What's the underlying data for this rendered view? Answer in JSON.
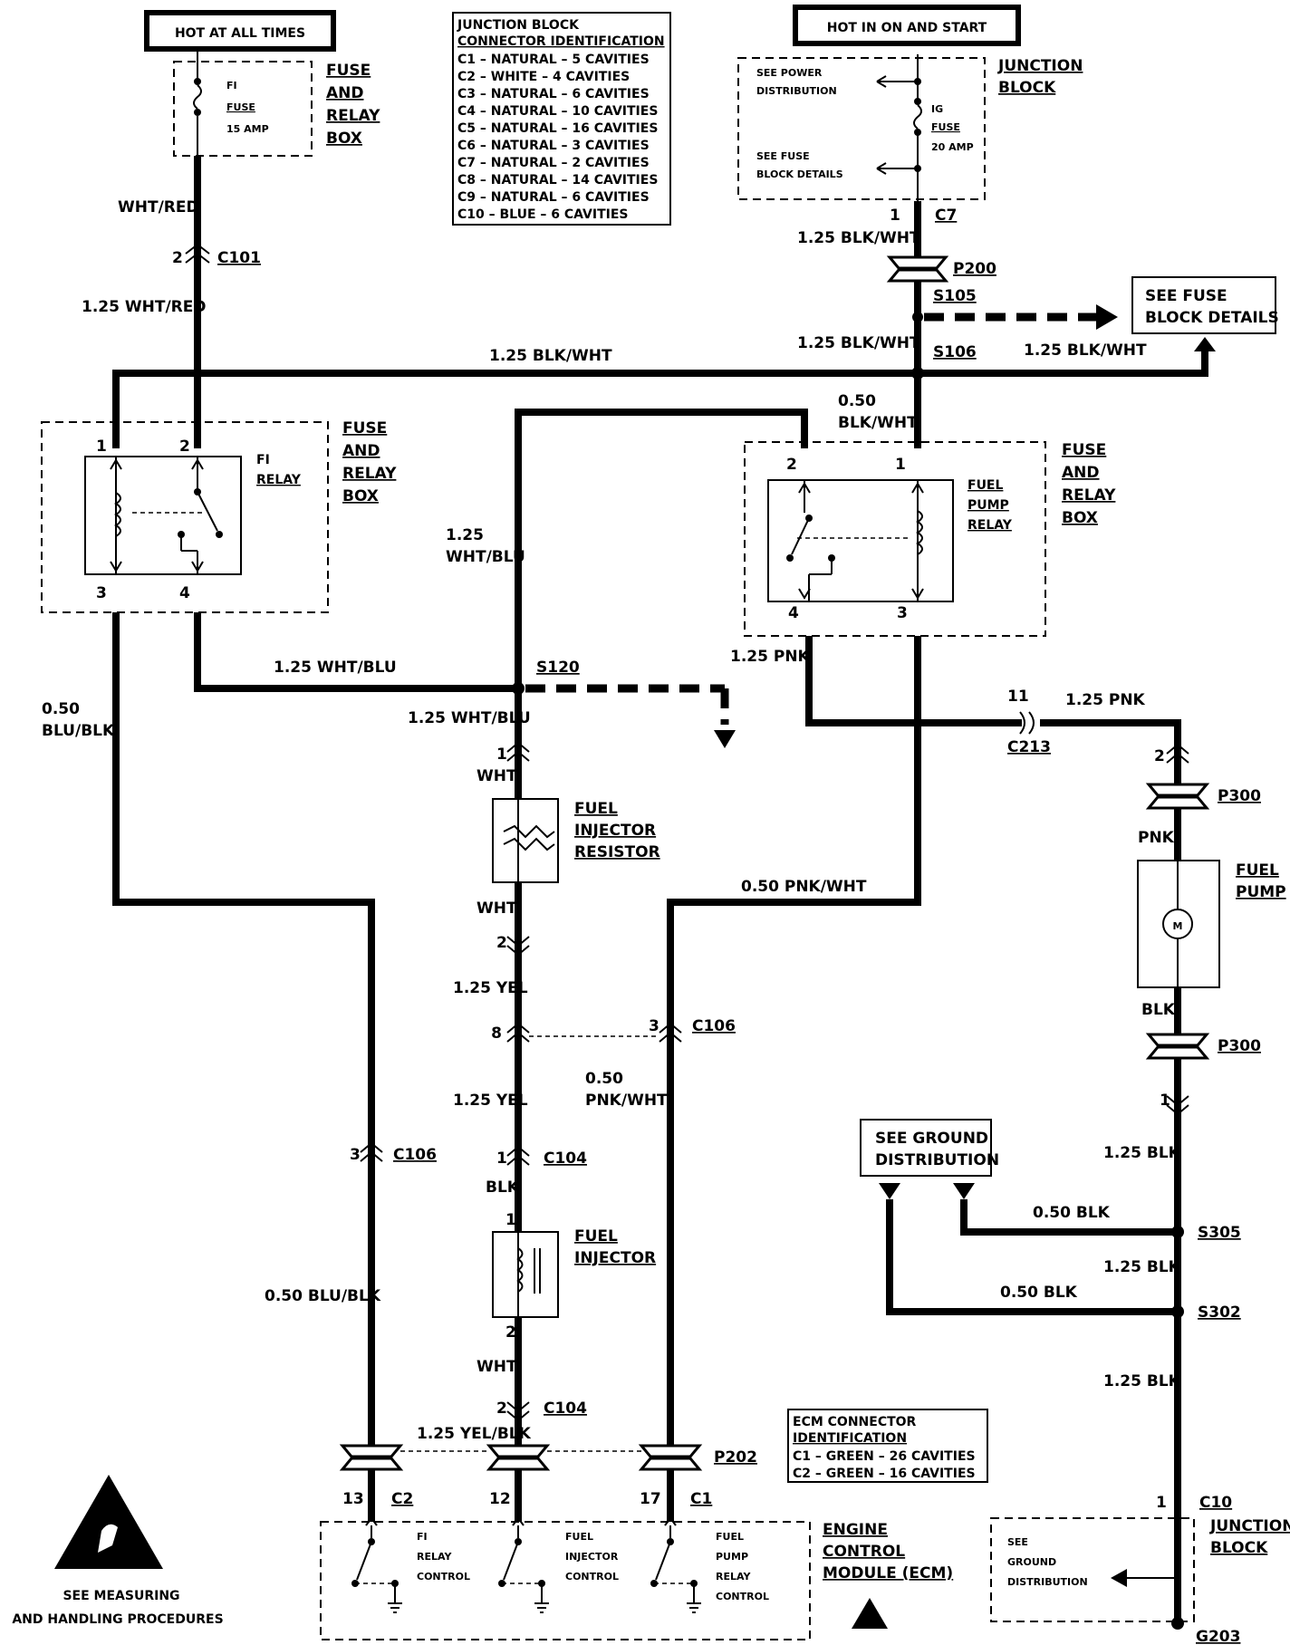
{
  "boxes": {
    "hot_always": "HOT AT ALL TIMES",
    "hot_run": "HOT IN ON AND START",
    "see_fuse_block": [
      "SEE FUSE",
      "BLOCK DETAILS"
    ],
    "see_ground_dist": [
      "SEE GROUND",
      "DISTRIBUTION"
    ]
  },
  "junction_block_ids": {
    "title": [
      "JUNCTION BLOCK",
      "CONNECTOR IDENTIFICATION"
    ],
    "items": [
      "C1 – NATURAL – 5 CAVITIES",
      "C2 – WHITE – 4 CAVITIES",
      "C3 – NATURAL – 6 CAVITIES",
      "C4 – NATURAL – 10 CAVITIES",
      "C5 – NATURAL – 16 CAVITIES",
      "C6 – NATURAL – 3 CAVITIES",
      "C7 – NATURAL – 2 CAVITIES",
      "C8 – NATURAL – 14 CAVITIES",
      "C9 – NATURAL – 6 CAVITIES",
      "C10 – BLUE – 6 CAVITIES"
    ]
  },
  "ecm_ids": {
    "title": [
      "ECM CONNECTOR",
      "IDENTIFICATION"
    ],
    "items": [
      "C1 – GREEN – 26 CAVITIES",
      "C2 – GREEN – 16 CAVITIES"
    ]
  },
  "components": {
    "fuse_relay_box": [
      "FUSE",
      "AND",
      "RELAY",
      "BOX"
    ],
    "fi_fuse": [
      "FI",
      "FUSE",
      "15 AMP"
    ],
    "ig_fuse": [
      "IG",
      "FUSE",
      "20 AMP"
    ],
    "junction_block": [
      "JUNCTION",
      "BLOCK"
    ],
    "see_power_dist": [
      "SEE POWER",
      "DISTRIBUTION"
    ],
    "see_fuse_block_small": [
      "SEE FUSE",
      "BLOCK DETAILS"
    ],
    "fi_relay": [
      "FI",
      "RELAY"
    ],
    "fuel_pump_relay": [
      "FUEL",
      "PUMP",
      "RELAY"
    ],
    "fuel_injector_resistor": [
      "FUEL",
      "INJECTOR",
      "RESISTOR"
    ],
    "fuel_injector": [
      "FUEL",
      "INJECTOR"
    ],
    "fuel_pump": [
      "FUEL",
      "PUMP"
    ],
    "motor": "M",
    "ecm": [
      "ENGINE",
      "CONTROL",
      "MODULE (ECM)"
    ],
    "ecm_fi_relay_ctrl": [
      "FI",
      "RELAY",
      "CONTROL"
    ],
    "ecm_inj_ctrl": [
      "FUEL",
      "INJECTOR",
      "CONTROL"
    ],
    "ecm_pump_ctrl": [
      "FUEL",
      "PUMP",
      "RELAY",
      "CONTROL"
    ],
    "see_ground_dist_small": [
      "SEE",
      "GROUND",
      "DISTRIBUTION"
    ],
    "esd_note": [
      "SEE MEASURING",
      "AND HANDLING PROCEDURES"
    ]
  },
  "wires": {
    "wht_red": "WHT/RED",
    "wht_red_125": "1.25 WHT/RED",
    "blk_wht_125": "1.25 BLK/WHT",
    "blk_wht_050": [
      "0.50",
      "BLK/WHT"
    ],
    "wht_blu_125_v": [
      "1.25",
      "WHT/BLU"
    ],
    "wht_blu_125": "1.25 WHT/BLU",
    "blu_blk_050_v": [
      "0.50",
      "BLU/BLK"
    ],
    "blu_blk_050": "0.50 BLU/BLK",
    "pnk_125": "1.25 PNK",
    "wht": "WHT",
    "pnk_wht_050": "0.50 PNK/WHT",
    "pnk_wht_050_v": [
      "0.50",
      "PNK/WHT"
    ],
    "yel_125": "1.25 YEL",
    "blk": "BLK",
    "yel_blk_125": "1.25 YEL/BLK",
    "pnk": "PNK",
    "blk_125": "1.25 BLK",
    "blk_050": "0.50 BLK"
  },
  "connectors": {
    "c101": "C101",
    "c7": "C7",
    "p200": "P200",
    "s105": "S105",
    "s106": "S106",
    "s120": "S120",
    "c213": "C213",
    "p300": "P300",
    "c106": "C106",
    "c104": "C104",
    "p202": "P202",
    "c2": "C2",
    "c1": "C1",
    "s305": "S305",
    "s302": "S302",
    "c10": "C10",
    "g203": "G203"
  },
  "pins": {
    "p1": "1",
    "p2": "2",
    "p3": "3",
    "p4": "4",
    "p8": "8",
    "p11": "11",
    "p12": "12",
    "p13": "13",
    "p17": "17"
  }
}
